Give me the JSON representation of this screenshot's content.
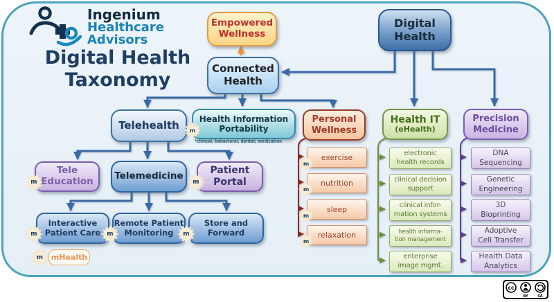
{
  "brand": {
    "line1": "Ingenium",
    "line2": "Healthcare",
    "line3": "Advisors"
  },
  "title": "Digital Health\nTaxonomy",
  "nodes": {
    "digital_health": "Digital\nHealth",
    "empowered_wellness": "Empowered\nWellness",
    "connected_health": "Connected\nHealth",
    "telehealth": "Telehealth",
    "health_information_portability": "Health Information\nPortability",
    "hip_footnote": "*clinical, behavioral, dental; medication",
    "personal_wellness": "Personal\nWellness",
    "health_it_line1": "Health IT",
    "health_it_line2": "(eHealth)",
    "precision_medicine": "Precision\nMedicine",
    "tele_education": "Tele\nEducation",
    "telemedicine": "Telemedicine",
    "patient_portal": "Patient\nPortal",
    "interactive_patient_care": "Interactive\nPatient Care",
    "remote_patient_monitoring": "Remote Patient\nMonitoring",
    "store_and_forward": "Store and\nForward"
  },
  "personal_wellness_children": [
    "exercise",
    "nutrition",
    "sleep",
    "relaxation"
  ],
  "health_it_children": [
    "electronic\nhealth records",
    "clinical decision\nsupport",
    "clinical infor-\nmation systems",
    "health informa-\ntion management",
    "enterprise\nimage mgmt."
  ],
  "precision_medicine_children": [
    "DNA\nSequencing",
    "Genetic\nEngineering",
    "3D\nBioprinting",
    "Adoptive\nCell Transfer",
    "Health Data\nAnalytics"
  ],
  "legend": {
    "marker": "m",
    "label": "mHealth"
  },
  "license": {
    "cc": "cc",
    "by": "BY",
    "sa": "SA"
  },
  "colors": {
    "frame_teal": "#4ba3bc",
    "background": "#e9f2f8",
    "connector_blue": "#3a6aa5",
    "connector_orange": "#f0953e",
    "connector_red": "#8e2a1c",
    "connector_green": "#6f9040",
    "connector_purple": "#5e3f92",
    "brand_navy": "#13293f",
    "brand_teal": "#1a84b5"
  }
}
